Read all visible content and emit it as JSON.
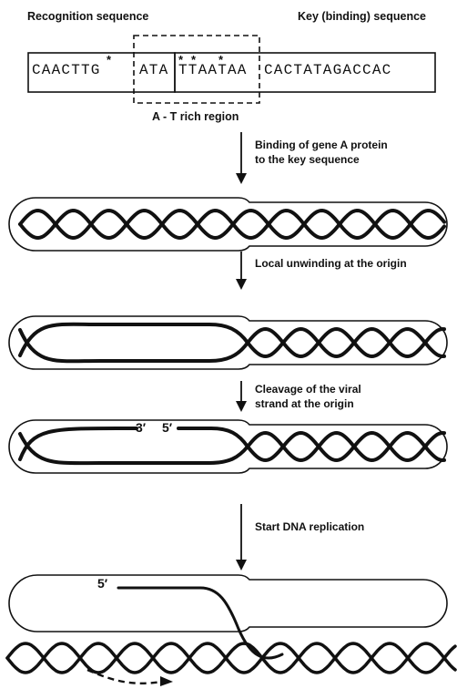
{
  "header": {
    "recognition_label": "Recognition sequence",
    "key_label": "Key (binding) sequence",
    "at_rich_label": "A - T rich region"
  },
  "sequence": {
    "part1": "CAACTTG",
    "part2": "ATA",
    "part3": "TTAATAA",
    "part4": "CACTATAGACCAC",
    "star": "*"
  },
  "steps": [
    {
      "line1": "Binding of gene A protein",
      "line2": "to the key sequence"
    },
    {
      "line1": "Local unwinding at the origin"
    },
    {
      "line1": "Cleavage of the viral",
      "line2": "strand at the origin"
    },
    {
      "line1": "Start DNA replication"
    }
  ],
  "end_labels": {
    "three_prime": "3′",
    "five_prime": "5′",
    "nascent_five_prime": "5′"
  },
  "colors": {
    "ink": "#111111",
    "paper": "#ffffff"
  }
}
